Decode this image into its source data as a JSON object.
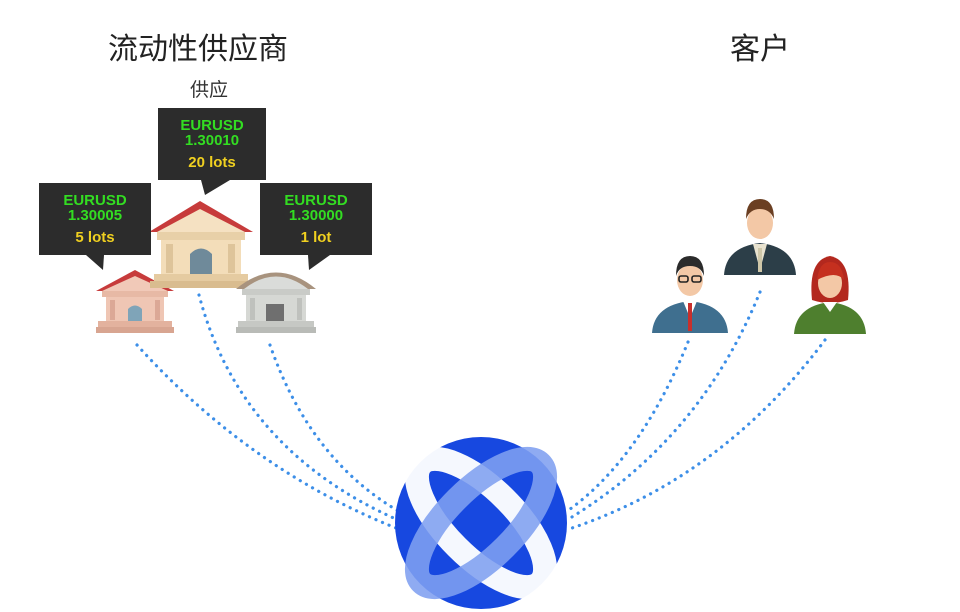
{
  "diagram": {
    "left_title": "流动性供应商",
    "right_title": "客户",
    "supply_label": "供应"
  },
  "quotes": [
    {
      "symbol": "EURUSD",
      "price": "1.30010",
      "lots": "20 lots"
    },
    {
      "symbol": "EURUSD",
      "price": "1.30005",
      "lots": "5 lots"
    },
    {
      "symbol": "EURUSD",
      "price": "1.30000",
      "lots": "1 lot"
    }
  ],
  "icons": {
    "providers": [
      "bank-icon",
      "bank-icon",
      "bank-icon"
    ],
    "clients": [
      "man-with-glasses-icon",
      "businessman-icon",
      "woman-icon"
    ],
    "hub": "hub-logo-icon"
  },
  "colors": {
    "connector": "#3d8fe8",
    "hub": "#1748e0",
    "quote_price": "#33dd22",
    "quote_lots": "#f0d020"
  }
}
